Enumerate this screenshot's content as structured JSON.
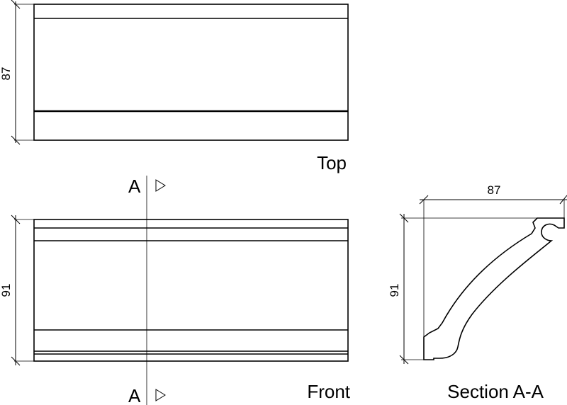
{
  "views": {
    "top_label": "Top",
    "front_label": "Front",
    "section_label": "Section A-A"
  },
  "dimensions": {
    "top_height": "87",
    "front_height": "91",
    "section_width": "87",
    "section_height": "91"
  },
  "section_markers": {
    "upper_letter": "A",
    "lower_letter": "A"
  }
}
